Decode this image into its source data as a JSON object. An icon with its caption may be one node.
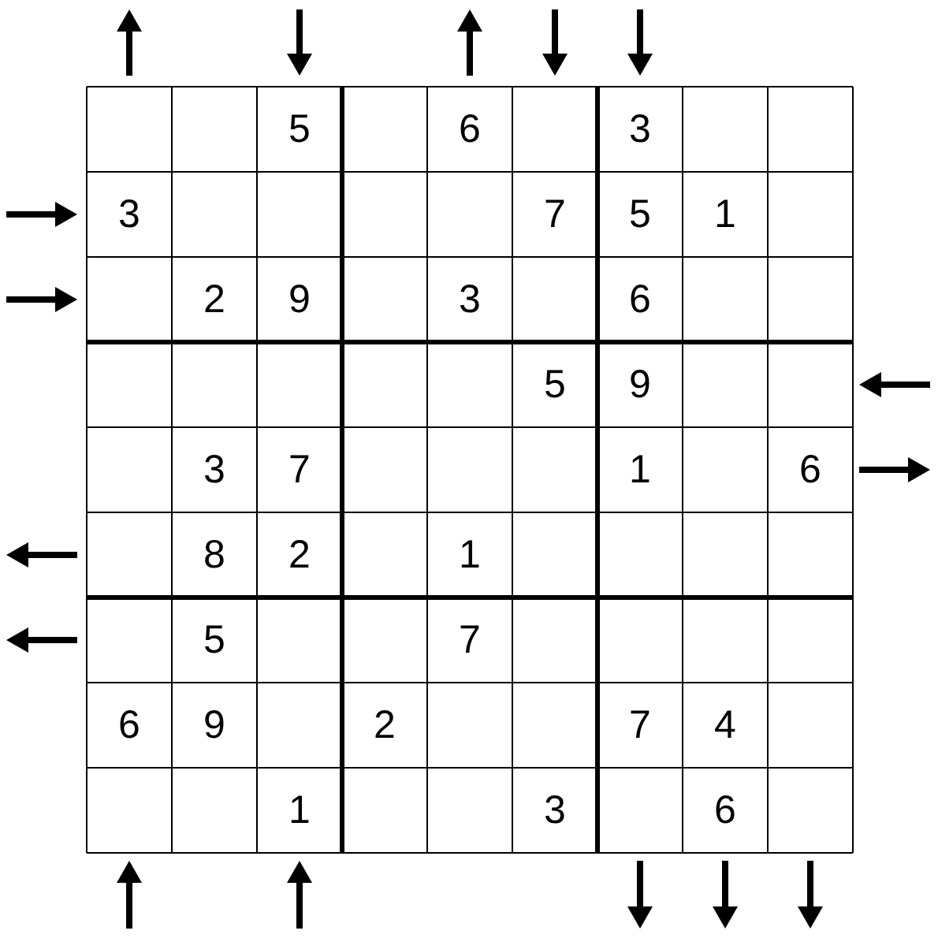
{
  "diagram": {
    "labels": [
      "5",
      "6",
      "3",
      "3",
      "7",
      "5",
      "1",
      "2",
      "9",
      "3",
      "6",
      "5",
      "9",
      "3",
      "7",
      "1",
      "6",
      "8",
      "2",
      "1",
      "5",
      "7",
      "6",
      "9",
      "2",
      "7",
      "4",
      "1",
      "3",
      "6"
    ]
  }
}
